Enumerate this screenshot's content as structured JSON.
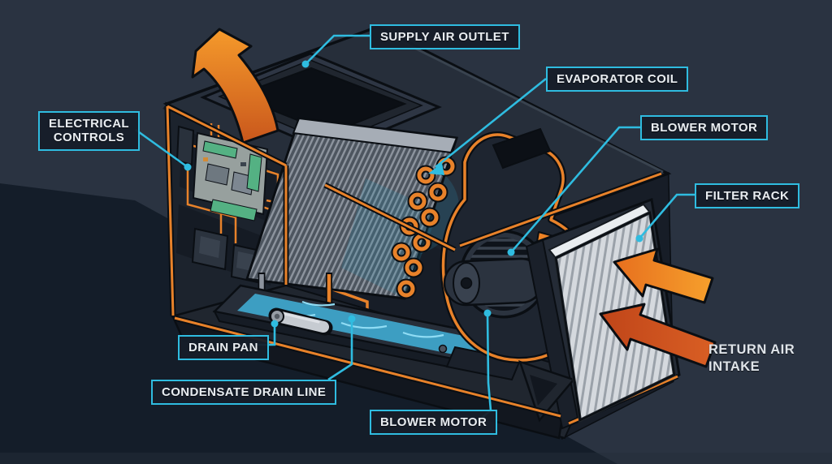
{
  "diagram": {
    "subject": "Air handler unit cutaway diagram",
    "background_color": "#2a3341",
    "shadow_region_color": "#141d29",
    "callout_line_color": "#2fbce0",
    "edge_highlight_color": "#e8822a",
    "supply_airflow_color": "#f08a26",
    "return_airflow_color": "#cc4d20",
    "condensate_water_color": "#3d9ec2",
    "cabinet_color": "#262e3a",
    "filter_color": "#d5d9de"
  },
  "labels": {
    "supply_air_outlet": "SUPPLY AIR OUTLET",
    "evaporator_coil": "EVAPORATOR COIL",
    "blower_motor_upper": "BLOWER MOTOR",
    "filter_rack": "FILTER RACK",
    "electrical_controls": "ELECTRICAL\nCONTROLS",
    "drain_pan": "DRAIN PAN",
    "condensate_drain_line": "CONDENSATE DRAIN LINE",
    "blower_motor_lower": "BLOWER MOTOR",
    "return_air_intake": "RETURN AIR\nINTAKE"
  }
}
